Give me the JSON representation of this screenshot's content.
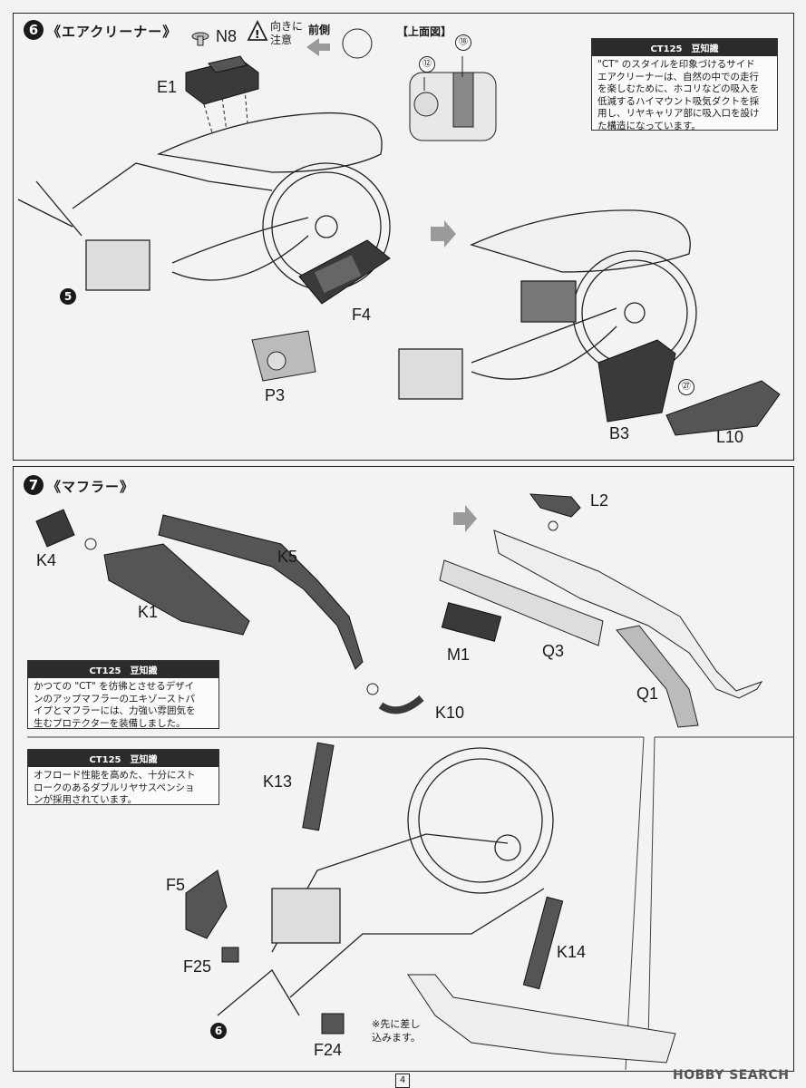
{
  "page_number": "4",
  "watermark": "HOBBY SEARCH",
  "colors": {
    "ink": "#1a1a1a",
    "part_dark": "#3a3a3a",
    "part_mid": "#9a9a9a",
    "paper": "#f3f3f1"
  },
  "step6": {
    "number": "6",
    "title": "《エアクリーナー》",
    "note_direction": "向きに\n注意",
    "front_label": "前側",
    "top_view_label": "【上面図】",
    "callout_12": "⑫",
    "callout_18": "⑱",
    "callout_27": "㉗",
    "sub_step": "5",
    "parts": {
      "N8": "N8",
      "E1": "E1",
      "F4": "F4",
      "P3": "P3",
      "B3": "B3",
      "L10": "L10"
    },
    "trivia_head": "CT125　豆知識",
    "trivia_body": "\"CT\" のスタイルを印象づけるサイド\nエアクリーナーは、自然の中での走行\nを楽しむために、ホコリなどの吸入を\n低減するハイマウント吸気ダクトを採\n用し、リヤキャリア部に吸入口を設け\nた構造になっています。"
  },
  "step7": {
    "number": "7",
    "title": "《マフラー》",
    "parts": {
      "K4": "K4",
      "K5": "K5",
      "K1": "K1",
      "K10": "K10",
      "L2": "L2",
      "M1": "M1",
      "Q3": "Q3",
      "Q1": "Q1"
    },
    "trivia1_head": "CT125　豆知識",
    "trivia1_body": "かつての \"CT\" を彷彿とさせるデザイ\nンのアップマフラーのエキゾーストパ\nイプとマフラーには、力強い雰囲気を\n生むプロテクターを装備しました。",
    "trivia2_head": "CT125　豆知識",
    "trivia2_body": "オフロード性能を高めた、十分にスト\nロークのあるダブルリヤサスペンショ\nンが採用されています。",
    "parts_lower": {
      "K13": "K13",
      "F5": "F5",
      "F25": "F25",
      "F24": "F24",
      "K14": "K14"
    },
    "sub_step": "6",
    "insert_note": "※先に差し\n込みます。"
  }
}
